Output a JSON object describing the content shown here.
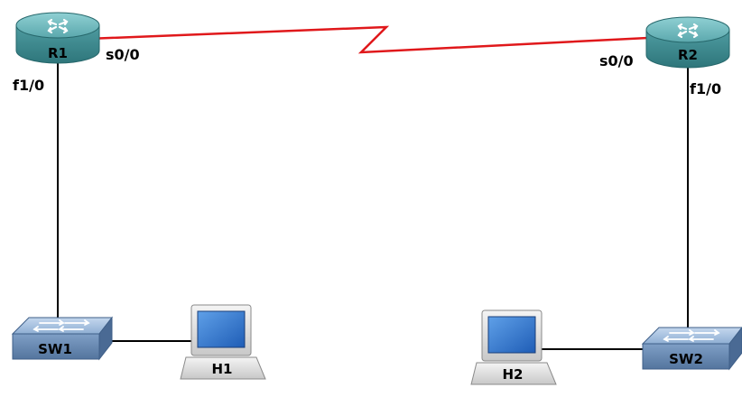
{
  "topology": {
    "devices": {
      "r1": {
        "label": "R1",
        "icon": "router-icon"
      },
      "r2": {
        "label": "R2",
        "icon": "router-icon"
      },
      "sw1": {
        "label": "SW1",
        "icon": "switch-icon"
      },
      "sw2": {
        "label": "SW2",
        "icon": "switch-icon"
      },
      "h1": {
        "label": "H1",
        "icon": "computer-icon"
      },
      "h2": {
        "label": "H2",
        "icon": "computer-icon"
      }
    },
    "interfaces": {
      "r1_serial": "s0/0",
      "r1_fast": "f1/0",
      "r2_serial": "s0/0",
      "r2_fast": "f1/0"
    },
    "links": [
      {
        "from": "R1",
        "to": "R2",
        "type": "serial"
      },
      {
        "from": "R1",
        "to": "SW1",
        "type": "ethernet"
      },
      {
        "from": "SW1",
        "to": "H1",
        "type": "ethernet"
      },
      {
        "from": "R2",
        "to": "SW2",
        "type": "ethernet"
      },
      {
        "from": "SW2",
        "to": "H2",
        "type": "ethernet"
      }
    ],
    "colors": {
      "serial_link": "#e0181b",
      "ethernet_link": "#000000",
      "router_body": "#3f8f93",
      "router_top": "#6fb9bd",
      "switch_body": "#6d8db4",
      "switch_top": "#a9c3e0"
    }
  }
}
